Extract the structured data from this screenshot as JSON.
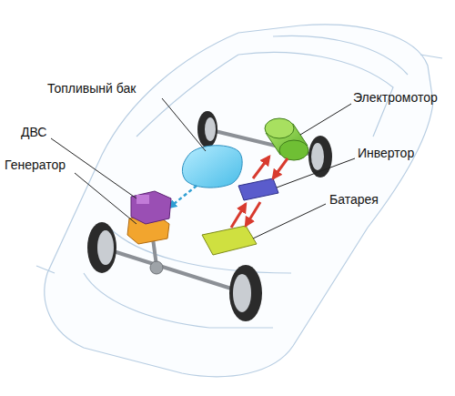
{
  "diagram": {
    "labels": [
      "Топливынй бак",
      "Электромотор",
      "ДВС",
      "Инвертор",
      "Генератор",
      "Батарея"
    ]
  }
}
